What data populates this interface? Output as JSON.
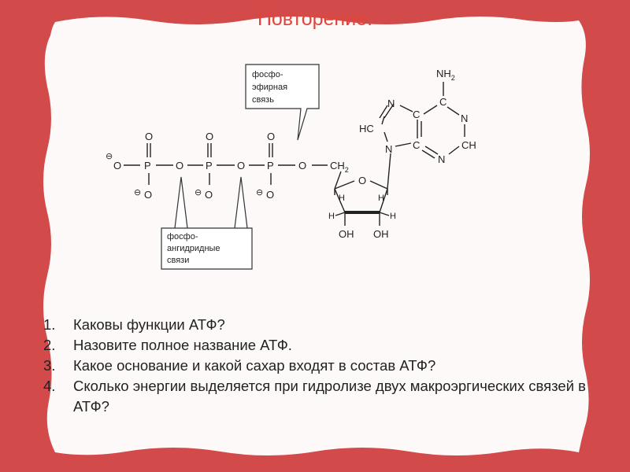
{
  "title": "Повторение:",
  "diagram": {
    "labels": {
      "ether_bond": [
        "фосфо-",
        "эфирная",
        "связь"
      ],
      "anhydride_bonds": [
        "фосфо-",
        "ангидридные",
        "связи"
      ]
    },
    "atoms": {
      "P": "P",
      "O": "O",
      "ch2": "CH",
      "sub2": "2",
      "nh2": "NH",
      "N": "N",
      "C": "C",
      "HC": "HC",
      "CH": "CH",
      "H": "H",
      "OH": "OH",
      "minus": "⊖"
    }
  },
  "questions": [
    {
      "num": "1.",
      "text": "Каковы функции АТФ?"
    },
    {
      "num": "2.",
      "text": "Назовите полное название АТФ."
    },
    {
      "num": "3.",
      "text": "Какое основание и какой сахар входят в состав АТФ?"
    },
    {
      "num": "4.",
      "text": "Сколько энергии выделяется при гидролизе двух макроэргических связей в АТФ?"
    }
  ]
}
